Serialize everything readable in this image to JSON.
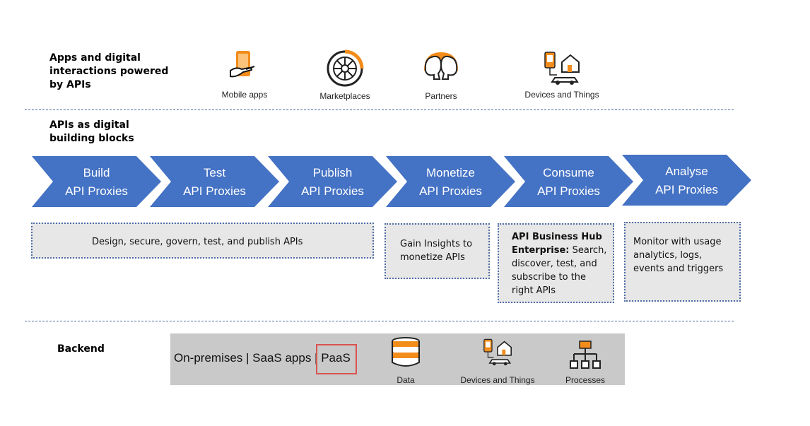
{
  "sections": {
    "apps": "Apps and digital\ninteractions powered\nby APIs",
    "apis": "APIs as digital\nbuilding blocks",
    "backend": "Backend"
  },
  "channels": [
    {
      "label": "Mobile apps",
      "icon": "mobile-apps-icon"
    },
    {
      "label": "Marketplaces",
      "icon": "marketplace-wheel-icon"
    },
    {
      "label": "Partners",
      "icon": "partners-heads-icon"
    },
    {
      "label": "Devices and Things",
      "icon": "devices-things-icon"
    }
  ],
  "steps": [
    {
      "line1": "Build",
      "line2": "API Proxies"
    },
    {
      "line1": "Test",
      "line2": "API Proxies"
    },
    {
      "line1": "Publish",
      "line2": "API Proxies"
    },
    {
      "line1": "Monetize",
      "line2": "API Proxies"
    },
    {
      "line1": "Consume",
      "line2": "API Proxies"
    },
    {
      "line1": "Analyse",
      "line2": "API Proxies"
    }
  ],
  "descriptions": {
    "design": "Design, secure, govern, test, and publish APIs",
    "insights": "Gain Insights to monetize APIs",
    "hub_bold": "API Business Hub Enterprise:",
    "hub_rest": " Search, discover, test, and subscribe to the right APIs",
    "monitor": "Monitor with usage analytics, logs, events and triggers"
  },
  "backend": {
    "sources": "On-premises | SaaS apps | ",
    "highlight": "PaaS",
    "items": [
      {
        "label": "Data",
        "icon": "database-icon"
      },
      {
        "label": "Devices and Things",
        "icon": "devices-things-icon"
      },
      {
        "label": "Processes",
        "icon": "process-hierarchy-icon"
      }
    ]
  },
  "colors": {
    "chevron": "#4472c4",
    "accent_orange": "#f28c1b",
    "highlight_red": "#d9534f",
    "dash": "#4a6a9c"
  }
}
